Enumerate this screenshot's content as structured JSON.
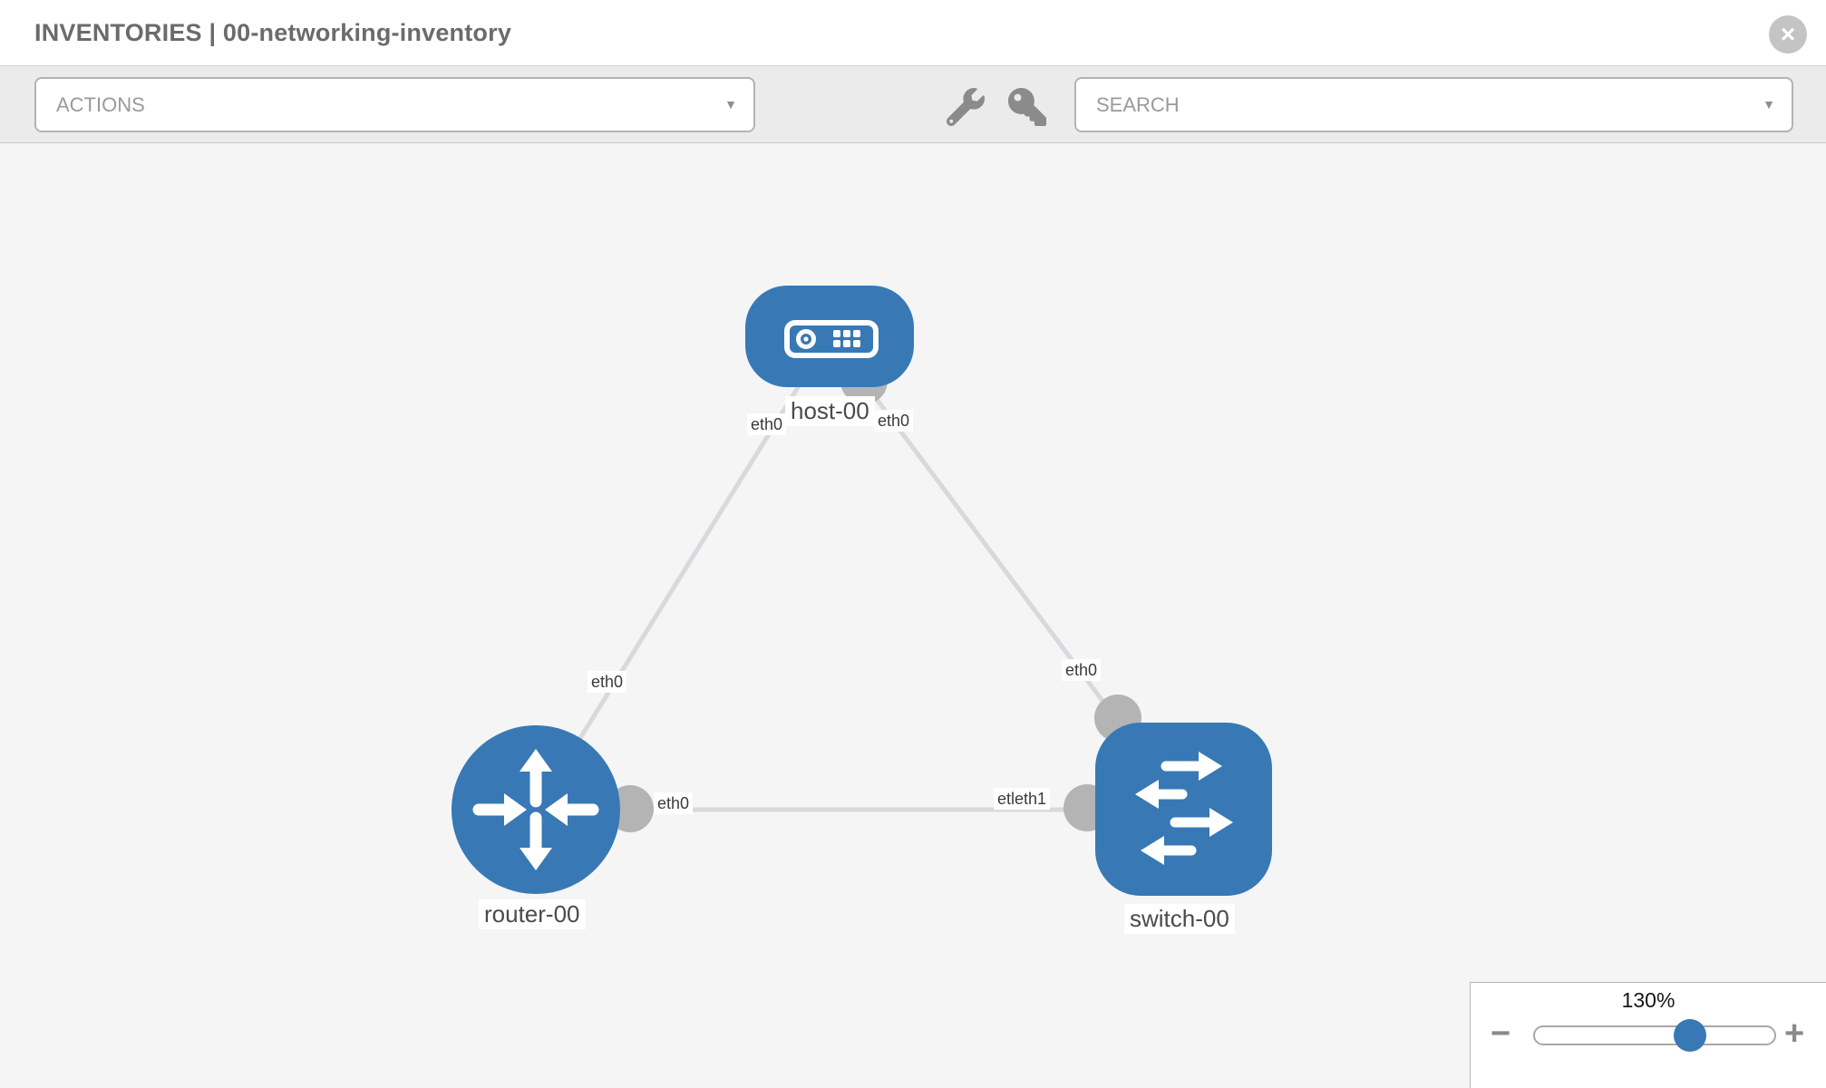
{
  "header": {
    "title": "INVENTORIES | 00-networking-inventory",
    "close_label": "×"
  },
  "toolbar": {
    "actions_label": "ACTIONS",
    "actions_caret": "▼",
    "search_label": "SEARCH",
    "search_caret": "▼"
  },
  "topology": {
    "nodes": [
      {
        "id": "host-00",
        "type": "host",
        "label": "host-00"
      },
      {
        "id": "router-00",
        "type": "router",
        "label": "router-00"
      },
      {
        "id": "switch-00",
        "type": "switch",
        "label": "switch-00"
      }
    ],
    "links": [
      {
        "from": "host-00",
        "to": "router-00"
      },
      {
        "from": "host-00",
        "to": "switch-00"
      },
      {
        "from": "router-00",
        "to": "switch-00"
      }
    ],
    "node_labels": {
      "host": "host-00",
      "router": "router-00",
      "switch": "switch-00"
    },
    "interface_labels": {
      "host_left": "eth0",
      "host_right": "eth0",
      "host_router_mid": "eth0",
      "host_switch_mid": "eth0",
      "router_switch_near_router": "eth0",
      "router_switch_near_switch": "etleth1"
    }
  },
  "zoom_control": {
    "level": "130%",
    "minus_label": "−",
    "plus_label": "+"
  },
  "colors": {
    "node_blue": "#3879b5",
    "link_gray": "#d8d9da",
    "connector_gray": "#b4b4b4",
    "canvas_bg": "#f5f5f5",
    "toolbar_bg": "#ebebeb"
  }
}
